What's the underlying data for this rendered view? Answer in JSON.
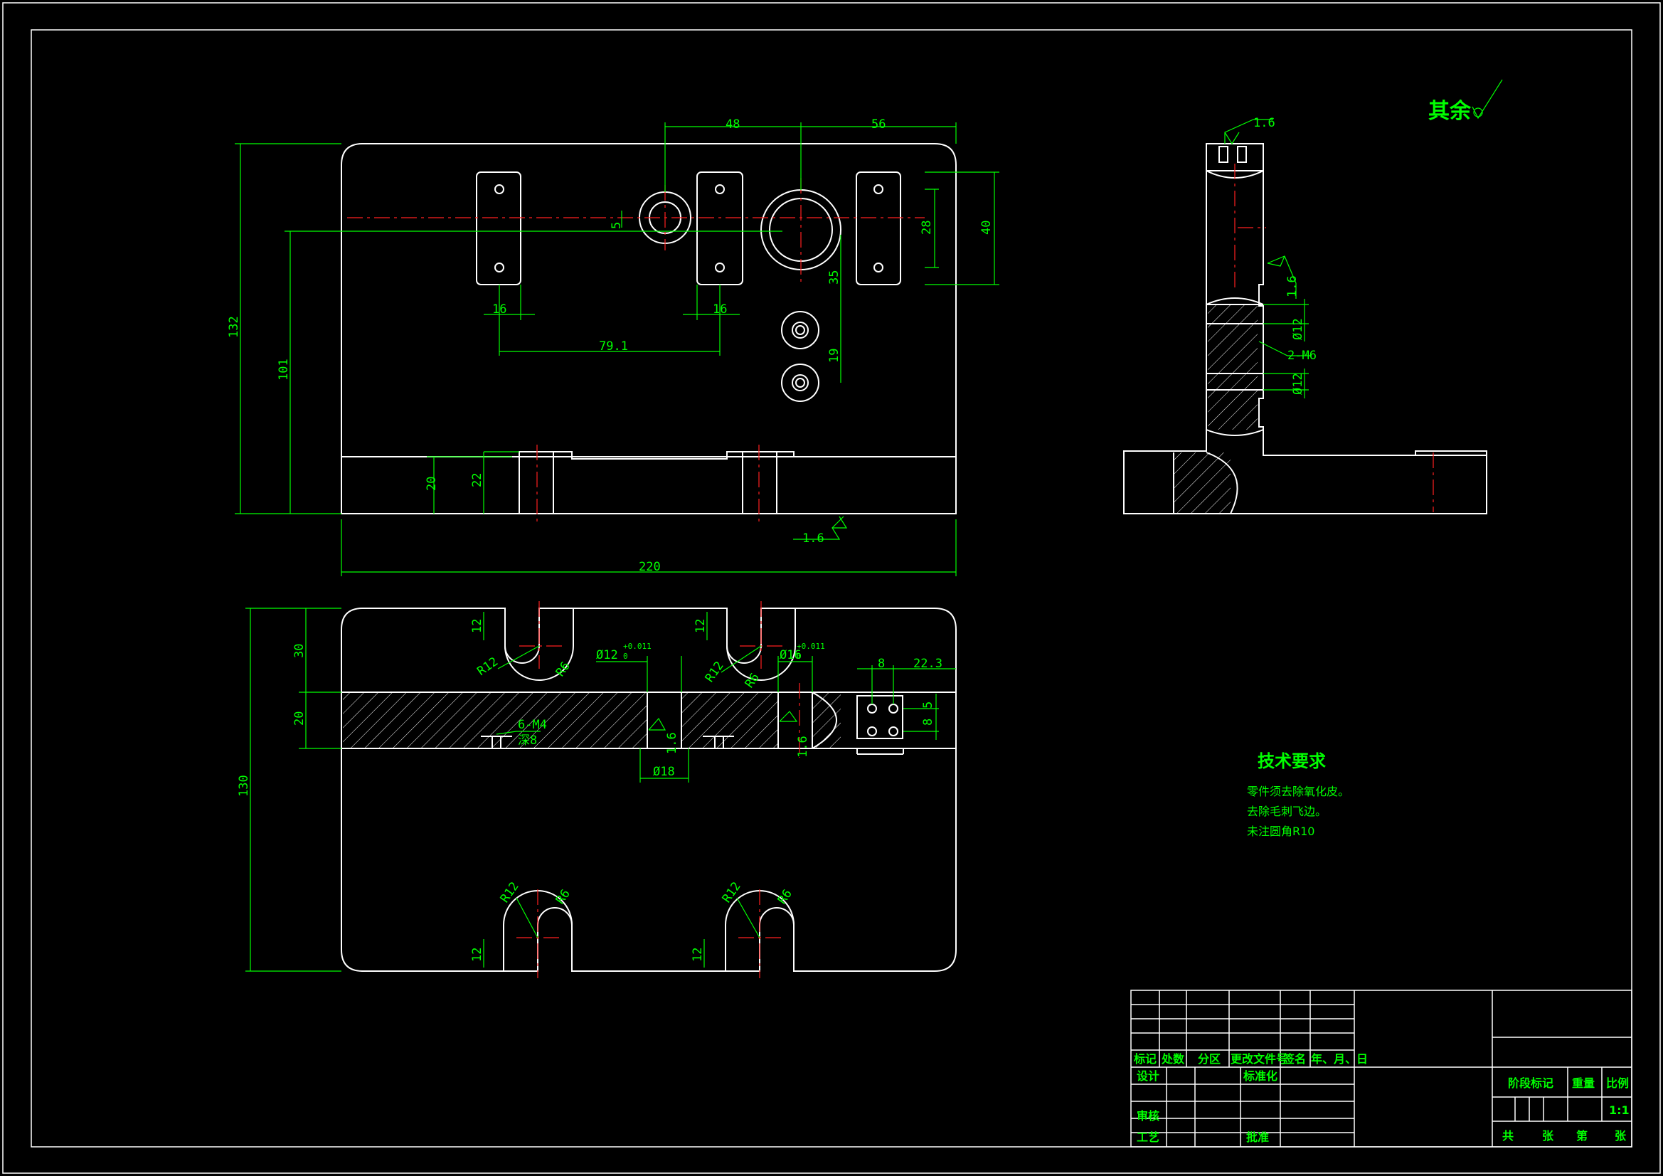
{
  "colors": {
    "background": "#000000",
    "outline": "#ffffff",
    "dimension": "#00ff00",
    "centerline": "#ff2020"
  },
  "dimensions": {
    "d48": "48",
    "d56": "56",
    "d5": "5",
    "d28": "28",
    "d40": "40",
    "d35": "35",
    "d132": "132",
    "d101": "101",
    "d16a": "16",
    "d16b": "16",
    "d79": "79.1",
    "d19": "19",
    "d20a": "20",
    "d22": "22",
    "d220": "220",
    "rough_plan": "1.6",
    "d30": "30",
    "d20b": "20",
    "d130": "130",
    "d12a": "12",
    "d12b": "12",
    "d12c": "12",
    "d12d": "12",
    "r12a": "R12",
    "r6a": "R6",
    "r12b": "R12",
    "r6b": "R6",
    "r12c": "R12",
    "r6c": "R6",
    "r12d": "R12",
    "r6d": "R6",
    "phi12_tol": "Ø12",
    "phi12_tol_val": "+0.011",
    "phi12_tol_zero": "0",
    "phi16_tol": "Ø16",
    "phi16_tol_val": "+0.011",
    "phi16_tol_zero": "0",
    "m4": "6-M4",
    "m4_depth": "深8",
    "phi18": "Ø18",
    "d16c": "1.6",
    "d16d": "1.6",
    "d8a": "8",
    "d223": "22.3",
    "d5b": "5",
    "d8b": "8",
    "side_rough1": "1.6",
    "side_rough2": "1.6",
    "side_phi12a": "Ø12",
    "side_m6": "2-M6",
    "side_phi12b": "Ø12"
  },
  "surface_note": "其余",
  "tech": {
    "title": "技术要求",
    "lines": [
      "零件须去除氧化皮。",
      "去除毛刺飞边。",
      "未注圆角R10"
    ]
  },
  "title_block": {
    "rev_headers": [
      "标记",
      "处数",
      "分区",
      "更改文件号",
      "签名",
      "年、月、日"
    ],
    "design": "设计",
    "standard": "标准化",
    "review": "审核",
    "process": "工艺",
    "approve": "批准",
    "stage_mark": "阶段标记",
    "weight": "重量",
    "scale_label": "比例",
    "scale_value": "1:1",
    "total": "共",
    "sheets": "张",
    "page": "第",
    "sheet": "张"
  }
}
